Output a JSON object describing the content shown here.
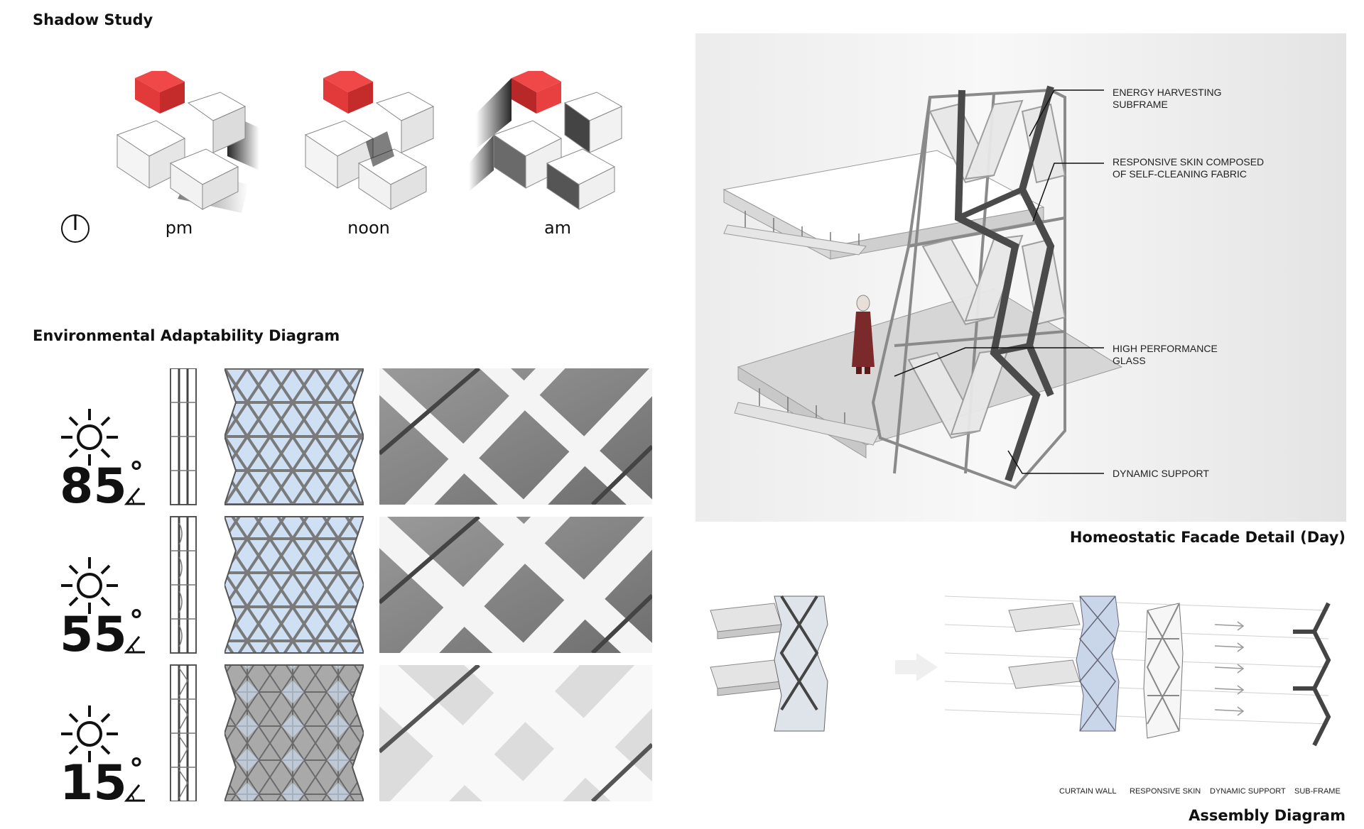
{
  "shadow_study": {
    "title": "Shadow Study",
    "times": [
      "pm",
      "noon",
      "am"
    ],
    "compass_icon": "north-compass-icon",
    "accent_color": "#f04848"
  },
  "environmental": {
    "title": "Environmental Adaptability Diagram",
    "rows": [
      {
        "angle": "85",
        "degree": "°",
        "icons": [
          "sun-icon",
          "altitude-angle-icon"
        ]
      },
      {
        "angle": "55",
        "degree": "°",
        "icons": [
          "sun-icon",
          "altitude-angle-icon"
        ]
      },
      {
        "angle": "15",
        "degree": "°",
        "icons": [
          "sun-icon",
          "altitude-angle-icon"
        ]
      }
    ],
    "panel_glass_color": "#cfe0f4"
  },
  "facade_detail": {
    "caption": "Homeostatic Facade Detail (Day)",
    "callouts": [
      "ENERGY HARVESTING\nSUBFRAME",
      "RESPONSIVE SKIN COMPOSED\nOF SELF-CLEANING FABRIC",
      "HIGH PERFORMANCE\nGLASS",
      "DYNAMIC SUPPORT"
    ]
  },
  "assembly": {
    "caption": "Assembly Diagram",
    "labels": [
      "CURTAIN WALL",
      "RESPONSIVE SKIN",
      "DYNAMIC SUPPORT",
      "SUB-FRAME"
    ]
  }
}
